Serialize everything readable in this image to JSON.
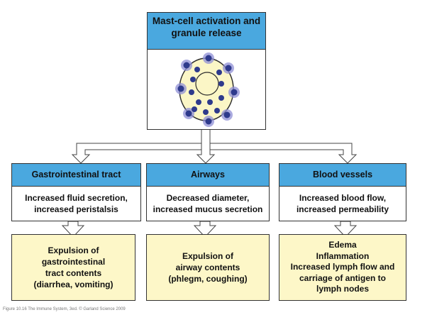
{
  "diagram": {
    "top": {
      "title_lines": [
        "Mast-cell activation and",
        "granule release"
      ]
    },
    "columns": [
      {
        "header": "Gastrointestinal tract",
        "effect_lines": [
          "Increased fluid secretion,",
          "increased peristalsis"
        ],
        "outcome_lines": [
          "Expulsion of",
          "gastrointestinal",
          "tract contents",
          "(diarrhea, vomiting)"
        ]
      },
      {
        "header": "Airways",
        "effect_lines": [
          "Decreased diameter,",
          "increased mucus secretion"
        ],
        "outcome_lines": [
          "Expulsion of",
          "airway contents",
          "(phlegm, coughing)"
        ]
      },
      {
        "header": "Blood vessels",
        "effect_lines": [
          "Increased blood flow,",
          "increased permeability"
        ],
        "outcome_lines": [
          "Edema",
          "Inflammation",
          "Increased lymph flow and",
          "carriage of antigen to",
          "lymph nodes"
        ]
      }
    ],
    "caption": "Figure 10.16 The Immune System, 3ed. © Garland Science 2009",
    "colors": {
      "header_blue": "#4aa8df",
      "outcome_yellow": "#fdf7c8",
      "cell_fill": "#fbf6c6",
      "granule_dark": "#2e3a8c",
      "granule_halo": "#8f8fd6"
    }
  }
}
